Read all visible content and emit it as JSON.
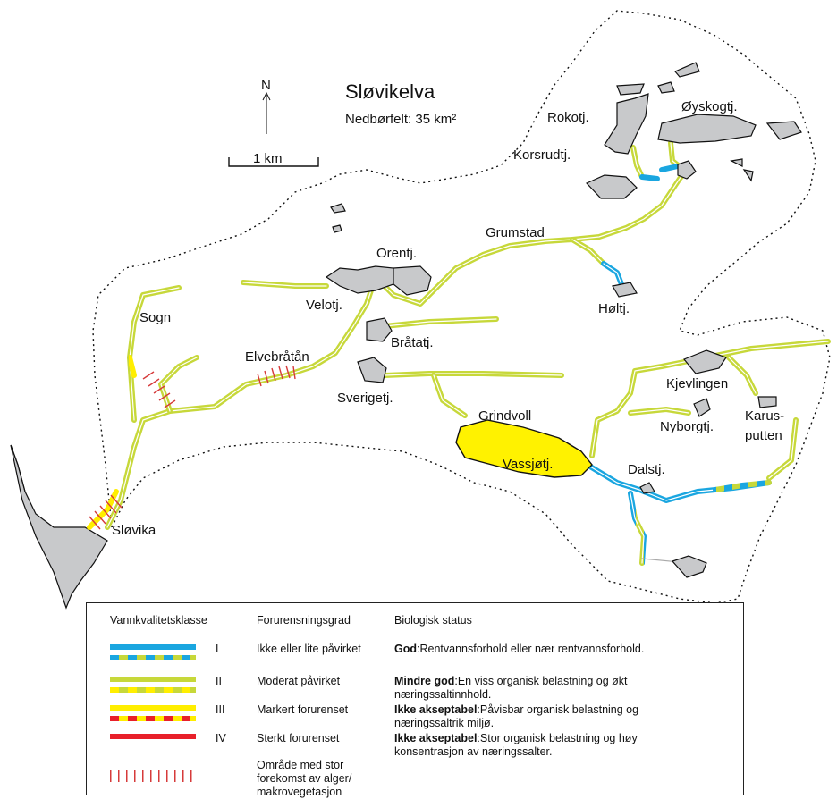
{
  "title": "Sløvikelva",
  "subtitle": "Nedbørfelt: 35 km²",
  "north": "N",
  "scale_label": "1 km",
  "places": {
    "rokotj": "Rokotj.",
    "oyskogtj": "Øyskogtj.",
    "korsrudtj": "Korsrudtj.",
    "grumstad": "Grumstad",
    "orentj": "Orentj.",
    "velotj": "Velotj.",
    "holtj": "Høltj.",
    "sogn": "Sogn",
    "bratatj": "Bråtatj.",
    "elvebratan": "Elvebråtån",
    "sverigetj": "Sverigetj.",
    "grindvoll": "Grindvoll",
    "kjevlingen": "Kjevlingen",
    "nyborgtj": "Nyborgtj.",
    "karus1": "Karus-",
    "karus2": "putten",
    "vassjotj": "Vassjøtj.",
    "dalstj": "Dalstj.",
    "slovika": "Sløvika"
  },
  "colors": {
    "blue": "#1aa6e0",
    "green": "#c7d83a",
    "yellow": "#ffee00",
    "red": "#e8202a",
    "lake": "#c8c9cb",
    "lake_highlight": "#fff200"
  },
  "legend": {
    "col1": "Vannkvalitetsklasse",
    "col2": "Forurensningsgrad",
    "col3": "Biologisk status",
    "classes": [
      {
        "class": "I",
        "degree": "Ikke eller lite påvirket",
        "status_bold": "God",
        "status_text": ":Rentvannsforhold eller nær rentvannsforhold."
      },
      {
        "class": "II",
        "degree": "Moderat påvirket",
        "status_bold": "Mindre god",
        "status_text": ":En viss organisk belastning og økt næringssaltinnhold."
      },
      {
        "class": "III",
        "degree": "Markert forurenset",
        "status_bold": "Ikke akseptabel",
        "status_text": ":Påvisbar organisk belastning og næringssaltrik miljø."
      },
      {
        "class": "IV",
        "degree": "Sterkt forurenset",
        "status_bold": "Ikke akseptabel",
        "status_text": ":Stor organisk belastning og høy konsentrasjon av næringssalter."
      }
    ],
    "hatch_desc_1": "Område med stor",
    "hatch_desc_2": "forekomst av alger/",
    "hatch_desc_3": "makrovegetasjon"
  }
}
